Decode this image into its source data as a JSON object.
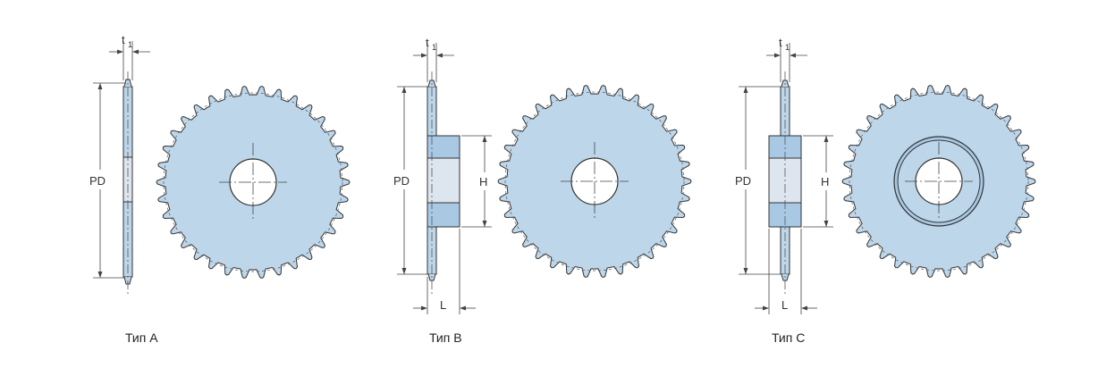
{
  "colors": {
    "plate": "#bdd6ea",
    "hub": "#a8c8e4",
    "hub_bore": "#dde5ee",
    "outline": "#333333"
  },
  "dimensions": {
    "t1_main": "t",
    "t1_sub": "1",
    "pd": "PD",
    "h": "H",
    "l": "L"
  },
  "types": [
    {
      "id": "A",
      "label": "Тип A",
      "has_hub": false,
      "hub_ring": false
    },
    {
      "id": "B",
      "label": "Тип B",
      "has_hub": true,
      "hub_ring": false
    },
    {
      "id": "C",
      "label": "Тип C",
      "has_hub": true,
      "hub_ring": true
    }
  ],
  "sprocket": {
    "teeth": 34
  }
}
